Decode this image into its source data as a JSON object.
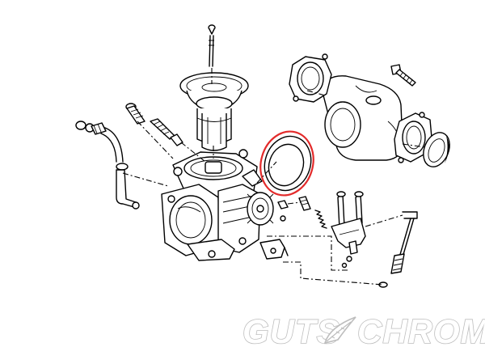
{
  "diagram": {
    "highlight_color": "#e32b2b",
    "parts": [
      "diaphragm-needle",
      "vacuum-diaphragm",
      "vacuum-slide",
      "idle-mixture-screw",
      "throttle-stop-screw",
      "fuel-inlet-fitting",
      "fuel-hose",
      "carburetor-body",
      "accelerator-pump-assembly",
      "intake-manifold",
      "manifold-flange-left",
      "manifold-flange-right",
      "manifold-seal-ring",
      "intake-seal-highlighted",
      "manifold-bolt",
      "throttle-bracket",
      "choke-cable-linkage",
      "enrichener-plunger",
      "spring",
      "small-screws"
    ]
  },
  "watermark": {
    "text_left": "GUTS",
    "text_right": "CHROME",
    "logo_icon": "feather-icon",
    "color": "#bdbdbd"
  }
}
